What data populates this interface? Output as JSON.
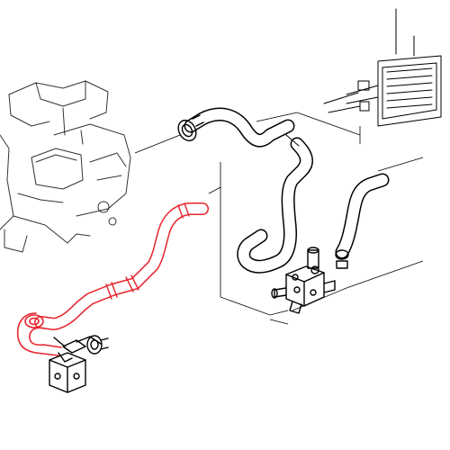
{
  "diagram": {
    "type": "exploded-parts-illustration",
    "background_color": "#ffffff",
    "line_color": "#000000",
    "highlight_color": "#e8242c",
    "parts": [
      {
        "name": "engine-block",
        "highlighted": false
      },
      {
        "name": "upper-coolant-hose",
        "highlighted": false
      },
      {
        "name": "heater-supply-hose",
        "highlighted": false
      },
      {
        "name": "heater-return-hose",
        "highlighted": false
      },
      {
        "name": "highlighted-hose",
        "highlighted": true
      },
      {
        "name": "auxiliary-water-pump",
        "highlighted": false
      },
      {
        "name": "heater-valve",
        "highlighted": false
      },
      {
        "name": "heater-core-housing",
        "highlighted": false
      }
    ]
  }
}
